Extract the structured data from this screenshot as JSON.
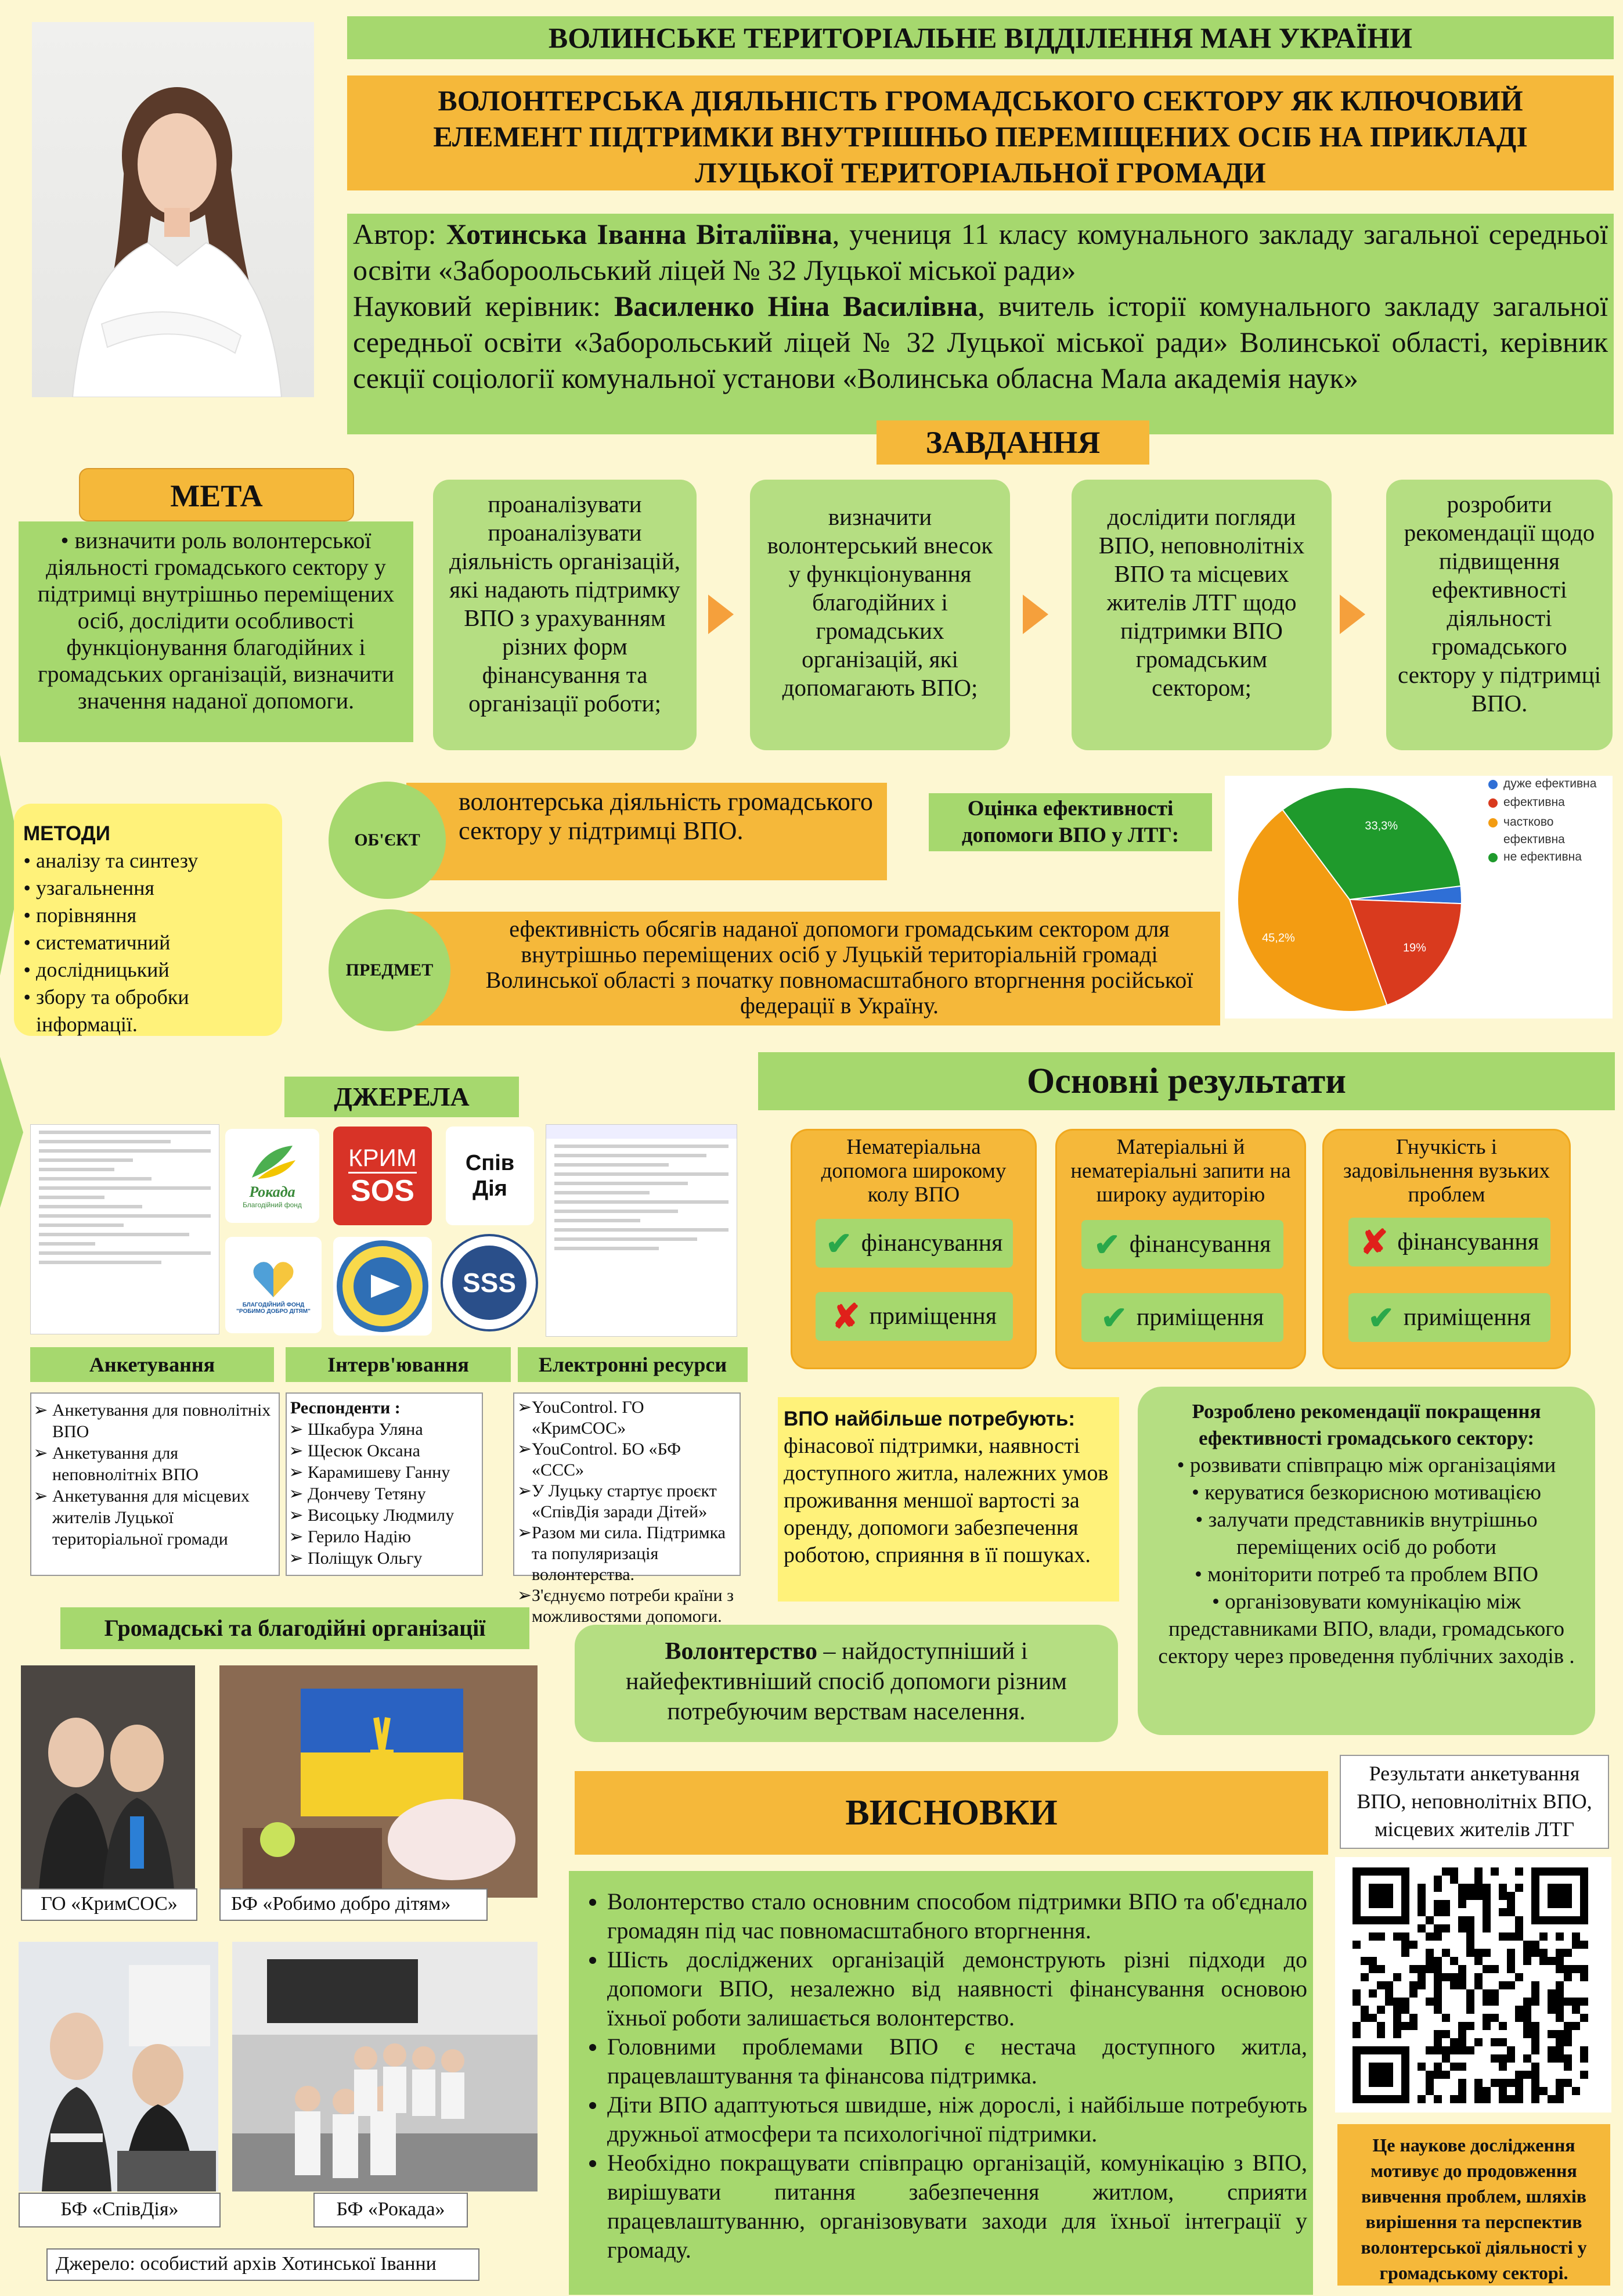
{
  "header": {
    "org": "ВОЛИНСЬКЕ ТЕРИТОРІАЛЬНЕ ВІДДІЛЕННЯ МАН УКРАЇНИ",
    "title": "ВОЛОНТЕРСЬКА ДІЯЛЬНІСТЬ ГРОМАДСЬКОГО СЕКТОРУ ЯК КЛЮЧОВИЙ ЕЛЕМЕНТ ПІДТРИМКИ ВНУТРІШНЬО ПЕРЕМІЩЕНИХ ОСІБ НА ПРИКЛАДІ ЛУЦЬКОЇ ТЕРИТОРІАЛЬНОЇ ГРОМАДИ"
  },
  "author": {
    "label": "Автор: ",
    "name": "Хотинська Іванна Віталіївна",
    "desc": ", учениця 11 класу комунального закладу загальної середньої освіти «Забороольський ліцей № 32 Луцької міської ради»",
    "supervisor_label": "Науковий керівник: ",
    "supervisor_name": "Василенко Ніна Василівна",
    "supervisor_desc": ", вчитель історії комунального закладу загальної середньої освіти «Заборольський ліцей № 32 Луцької міської ради» Волинської області, керівник секції соціології комунальної установи «Волинська обласна Мала академія наук»"
  },
  "tasks": {
    "title": "ЗАВДАННЯ",
    "items": [
      "проаналізувати проаналізувати діяльність організацій, які надають підтримку ВПО з урахуванням різних форм фінансування та організації роботи;",
      "визначити волонтерський внесок у функціонування благодійних і громадських організацій, які допомагають ВПО;",
      "дослідити погляди ВПО, неповнолітніх ВПО та місцевих жителів ЛТГ щодо підтримки ВПО громадським сектором;",
      "розробити рекомендації щодо підвищення ефективності діяльності громадського сектору у підтримці ВПО."
    ]
  },
  "goal": {
    "title": "МЕТА",
    "text": "визначити роль волонтерської діяльності громадського сектору у підтримці внутрішньо переміщених осіб, дослідити особливості функціонування благодійних і громадських організацій, визначити значення наданої допомоги."
  },
  "methods": {
    "title": "МЕТОДИ",
    "items": [
      "аналізу та синтезу",
      "узагальнення",
      "порівняння",
      "систематичний",
      "дослідницький",
      "збору та обробки інформації."
    ]
  },
  "object": {
    "label": "ОБ'ЄКТ",
    "text": "волонтерська діяльність громадського сектору у підтримці ВПО."
  },
  "subject": {
    "label": "ПРЕДМЕТ",
    "text": "ефективність обсягів наданої допомоги громадським сектором для внутрішньо переміщених осіб у Луцькій територіальній громаді Волинської області з початку повномасштабного вторгнення російської федерації в Україну."
  },
  "chart_data": {
    "type": "pie",
    "title": "Оцінка ефективності допомоги ВПО у ЛТГ:",
    "series": [
      {
        "name": "дуже ефективна",
        "value": 2.5,
        "color": "#2f6fd6",
        "label": ""
      },
      {
        "name": "ефективна",
        "value": 19,
        "color": "#d93a1e",
        "label": "19%"
      },
      {
        "name": "частково ефективна",
        "value": 45.2,
        "color": "#f39c12",
        "label": "45,2%"
      },
      {
        "name": "не ефективна",
        "value": 33.3,
        "color": "#1f9a2c",
        "label": "33,3%"
      }
    ],
    "legend": "right"
  },
  "sources": {
    "title": "ДЖЕРЕЛА",
    "logos": {
      "rokada": "Рокада",
      "rokada_sub": "Благодійний фонд",
      "krim": "КРИМ",
      "krim2": "SOS",
      "spivdiia": "Спів Дія",
      "robimo": "БЛАГОДІЙНИЙ ФОНД \"РОБИМО ДОБРО ДІТЯМ\"",
      "sss": "SSS"
    },
    "columns": [
      {
        "title": "Анкетування",
        "items": [
          "Анкетування для повнолітніх ВПО",
          "Анкетування для неповнолітніх ВПО",
          "Анкетування для місцевих жителів Луцької територіальної громади"
        ]
      },
      {
        "title": "Інтерв'ювання",
        "heading": "Респонденти :",
        "items": [
          "Шкабура Уляна",
          "Щесюк Оксана",
          "Карамишеву Ганну",
          "Дончеву Тетяну",
          "Висоцьку Людмилу",
          "Герило Надію",
          "Поліщук Ольгу"
        ]
      },
      {
        "title": "Електронні ресурси",
        "items": [
          "YouControl. ГО «КримСОС»",
          "YouControl. БО «БФ «ССС»",
          "У Луцьку стартує проєкт «СпівДія заради Дітей»",
          "Разом ми сила. Підтримка та популяризація волонтерства.",
          "З'єднуємо потреби країни з можливостями допомоги."
        ]
      }
    ]
  },
  "orgs": {
    "title": "Громадські та благодійні організації",
    "captions": [
      "ГО «КримСОС»",
      "БФ «Робимо добро дітям»",
      "БФ «СпівДія»",
      "БФ «Рокада»"
    ],
    "source_note": "Джерело: особистий архів Хотинської Іванни"
  },
  "results": {
    "title": "Основні результати",
    "cards": [
      {
        "title": "Нематеріальна допомога широкому колу ВПО",
        "financing": "фінансування",
        "financing_ok": true,
        "premises": "приміщення",
        "premises_ok": false
      },
      {
        "title": "Матеріальні й нематеріальні запити на широку аудиторію",
        "financing": "фінансування",
        "financing_ok": true,
        "premises": "приміщення",
        "premises_ok": true
      },
      {
        "title": "Гнучкість і задовільнення вузьких проблем",
        "financing": "фінансування",
        "financing_ok": false,
        "premises": "приміщення",
        "premises_ok": true
      }
    ],
    "needs_title": "ВПО найбільше потребують:",
    "needs_text": " фінасової підтримки, наявності доступного житла, належних умов проживання меншої вартості за оренду, допомоги забезпечення роботою, сприяння в її пошуках.",
    "rec_title": "Розроблено рекомендації покращення ефективності громадського сектору:",
    "rec_items": [
      "розвивати співпрацю між організаціями",
      "керуватися безкорисною мотивацією",
      "залучати представників внутрішньо переміщених осіб до роботи",
      "моніторити потреб та проблем ВПО",
      "організовувати комунікацію між представниками ВПО, влади, громадського сектору через проведення публічних заходів ."
    ],
    "volunteer_bold": "Волонтерство",
    "volunteer_text": " – найдоступніший і найефективніший спосіб допомоги різним потребуючим верствам населення."
  },
  "conclusions": {
    "title": "ВИСНОВКИ",
    "items": [
      "Волонтерство стало основним способом підтримки ВПО та об'єднало громадян під час повномасштабного вторгнення.",
      "Шість досліджених організацій демонструють різні підходи до допомоги ВПО, незалежно від наявності фінансування основою їхньої роботи залишається волонтерство.",
      "Головними проблемами ВПО є нестача доступного житла, працевлаштування та фінансова підтримка.",
      "Діти ВПО адаптуються швидше, ніж дорослі, і найбільше потребують дружньої атмосфери та психологічної підтримки.",
      "Необхідно покращувати співпрацю організацій, комунікацію з ВПО, вирішувати питання забезпечення житлом, сприяти працевлаштуванню, організовувати заходи для їхньої інтеграції у громаду."
    ]
  },
  "qr_caption": "Результати анкетування ВПО, неповнолітніх ВПО, місцевих жителів ЛТГ",
  "final_note": "Це наукове дослідження мотивує до продовження вивчення проблем, шляхів вирішення та перспектив волонтерської діяльності у громадському секторі."
}
